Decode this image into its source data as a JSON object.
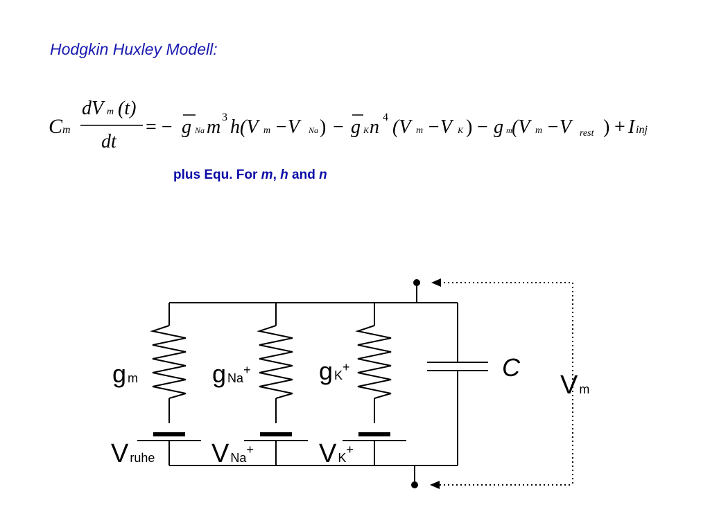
{
  "title": "Hodgkin Huxley Modell:",
  "equation": {
    "lhs": {
      "C": "C",
      "m_sub": "m",
      "numerator": "dV",
      "num_sub": "m",
      "num_arg": "(t)",
      "denominator": "dt"
    },
    "eq_sign": "= −",
    "t1": {
      "g": "g",
      "g_sub": "Na",
      "m": "m",
      "m_exp": "3",
      "h": "h",
      "paren": "(V",
      "v1_sub": "m",
      "minus": " −V",
      "v2_sub": "Na",
      "close": ")"
    },
    "t2_minus": "−",
    "t2": {
      "g": "g",
      "g_sub": "K",
      "n": "n",
      "n_exp": "4",
      "paren": "(V",
      "v1_sub": "m",
      "minus": " −V",
      "v2_sub": "K",
      "close": ")"
    },
    "t3_minus": "−",
    "t3": {
      "g": "g",
      "g_sub": "m",
      "paren": "(V",
      "v1_sub": "m",
      "minus": " −V",
      "v2_sub": "rest",
      "close": ")"
    },
    "plus": "+",
    "I": "I",
    "I_sub": "inj"
  },
  "note": {
    "prefix": "plus Equ. For ",
    "m": "m",
    "comma": ", ",
    "h": "h",
    "and": " and ",
    "n": "n"
  },
  "circuit": {
    "g_m": {
      "main": "g",
      "sub": "m"
    },
    "g_Na": {
      "main": "g",
      "sub": "Na",
      "sup": "+"
    },
    "g_K": {
      "main": "g",
      "sub": "K",
      "sup": "+"
    },
    "C": "C",
    "V_ruhe": {
      "main": "V",
      "sub": "ruhe"
    },
    "V_Na": {
      "main": "V",
      "sub": "Na",
      "sup": "+"
    },
    "V_K": {
      "main": "V",
      "sub": "K",
      "sup": "+"
    },
    "V_m": {
      "main": "V",
      "sub": "m"
    }
  }
}
